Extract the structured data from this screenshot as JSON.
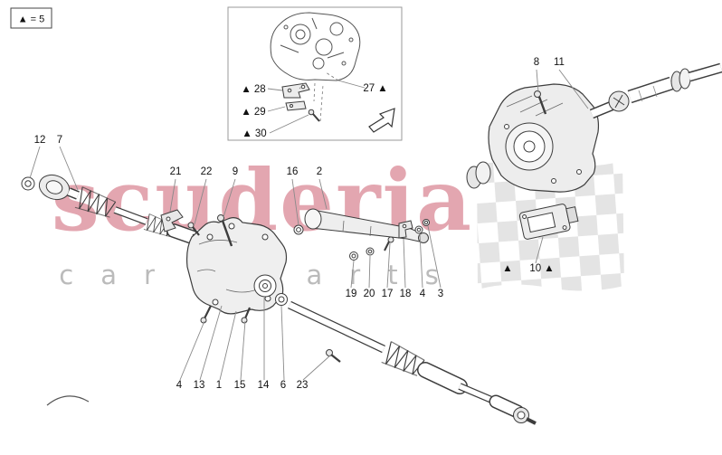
{
  "legend": {
    "label": "▲ = 5"
  },
  "watermark": {
    "brand": "scuderia",
    "subtitle": "car parts"
  },
  "colors": {
    "watermark_red": "#c84f63",
    "watermark_gray": "#8f8f8f",
    "linework": "#3d3d3d",
    "flag_gray": "#bfbfbf"
  },
  "callouts": [
    {
      "label": "12"
    },
    {
      "label": "7"
    },
    {
      "label": "21"
    },
    {
      "label": "22"
    },
    {
      "label": "9"
    },
    {
      "label": "16"
    },
    {
      "label": "2"
    },
    {
      "label": "8"
    },
    {
      "label": "11"
    },
    {
      "label": "▲ 28"
    },
    {
      "label": "▲ 29"
    },
    {
      "label": "▲ 30"
    },
    {
      "label": "27 ▲"
    },
    {
      "label": "19"
    },
    {
      "label": "20"
    },
    {
      "label": "17"
    },
    {
      "label": "18"
    },
    {
      "label": "4"
    },
    {
      "label": "3"
    },
    {
      "label": "▲"
    },
    {
      "label": "10 ▲"
    },
    {
      "label": "4"
    },
    {
      "label": "13"
    },
    {
      "label": "1"
    },
    {
      "label": "15"
    },
    {
      "label": "14"
    },
    {
      "label": "6"
    },
    {
      "label": "23"
    }
  ]
}
